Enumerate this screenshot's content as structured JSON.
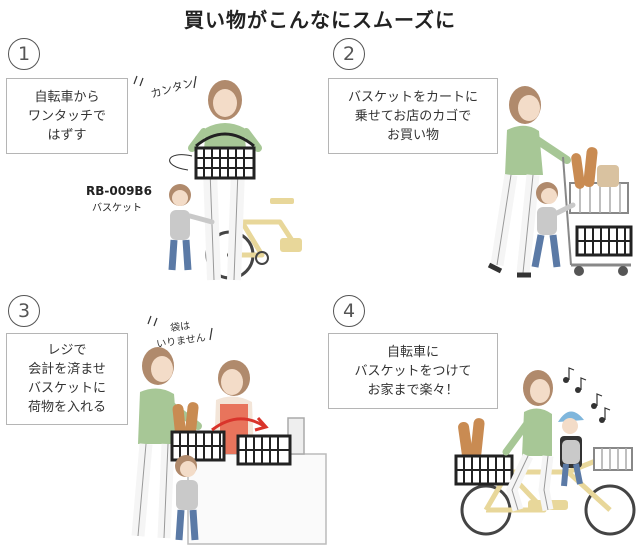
{
  "title": "買い物がこんなにスムーズに",
  "steps": [
    {
      "number": "1",
      "lines": [
        "自転車から",
        "ワンタッチで",
        "はずす"
      ]
    },
    {
      "number": "2",
      "lines": [
        "バスケットをカートに",
        "乗せてお店のカゴで",
        "お買い物"
      ]
    },
    {
      "number": "3",
      "lines": [
        "レジで",
        "会計を済ませ",
        "バスケットに",
        "荷物を入れる"
      ]
    },
    {
      "number": "4",
      "lines": [
        "自転車に",
        "バスケットをつけて",
        "お家まで楽々！"
      ]
    }
  ],
  "annotations": {
    "kantan": "カンタン",
    "model_code": "RB-009B6",
    "model_label": "バスケット",
    "bag_line1": "袋は",
    "bag_line2": "いりません"
  },
  "colors": {
    "text": "#333333",
    "frame": "#b5b5b5",
    "bicycle": "#e8d79a",
    "sweater": "#a7c796",
    "hair": "#b08a6c",
    "kid_shirt": "#c9c9c9",
    "kid_jeans": "#5b7aa6",
    "basket": "#222222",
    "bread": "#c98b52",
    "clerk_apron": "#e8745c"
  }
}
